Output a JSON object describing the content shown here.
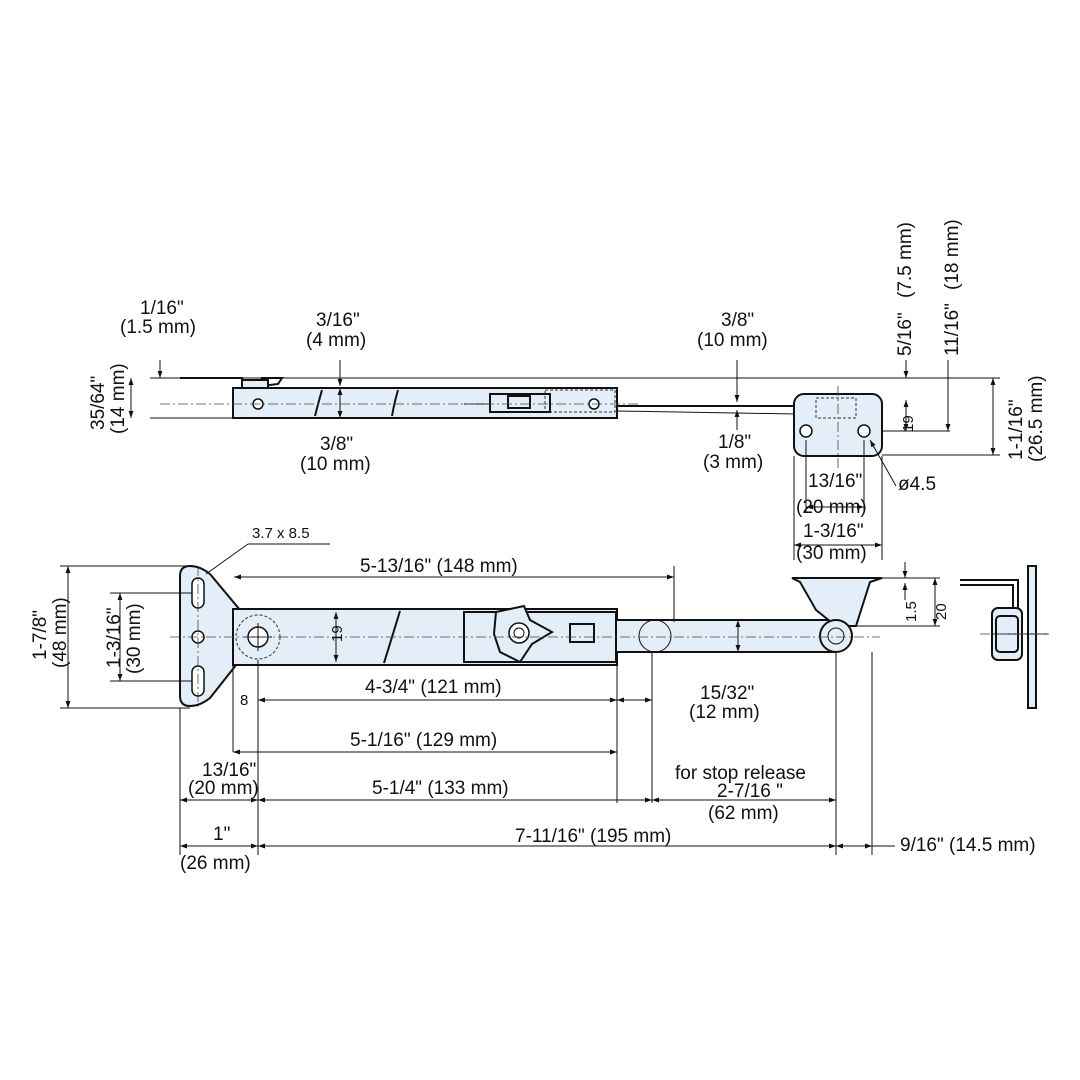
{
  "top_view": {
    "dims": {
      "edge_thickness_in": "1/16\"",
      "edge_thickness_mm": "(1.5 mm)",
      "base_height_in": "35/64\"",
      "base_height_mm": "(14 mm)",
      "arm_top_in": "3/16\"",
      "arm_top_mm": "(4 mm)",
      "arm_height_in": "3/8\"",
      "arm_height_mm": "(10 mm)",
      "rod_offset_in": "3/8\"",
      "rod_offset_mm": "(10 mm)",
      "rod_dia_in": "1/8\"",
      "rod_dia_mm": "(3 mm)",
      "bracket_hole_in": "5/16\"",
      "bracket_hole_mm": "(7.5 mm)",
      "bracket_pivot_in": "11/16\"",
      "bracket_pivot_mm": "(18 mm)",
      "bracket_height_in": "1-1/16\"",
      "bracket_height_mm": "(26.5 mm)",
      "bracket_spacing": "19",
      "hole_spacing_in": "13/16\"",
      "hole_spacing_mm": "(20 mm)",
      "bracket_width_in": "1-3/16\"",
      "bracket_width_mm": "(30 mm)",
      "hole_dia": "ø4.5"
    }
  },
  "front_view": {
    "dims": {
      "slot": "3.7 x 8.5",
      "span_148": "5-13/16\" (148 mm)",
      "base_height_in": "1-7/8\"",
      "base_height_mm": "(48 mm)",
      "hole_spacing_in": "1-3/16\"",
      "hole_spacing_mm": "(30 mm)",
      "arm_width": "19",
      "offset_8": "8",
      "span_121": "4-3/4\" (121 mm)",
      "stop_offset_in": "15/32\"",
      "stop_offset_mm": "(12 mm)",
      "span_129": "5-1/16\" (129 mm)",
      "foot_in": "13/16\"",
      "foot_mm": "(20 mm)",
      "span_133": "5-1/4\" (133 mm)",
      "stop_release_note": "for stop release",
      "stop_release_in": "2-7/16 \"",
      "stop_release_mm": "(62 mm)",
      "base_width_in": "1\"",
      "base_width_mm": "(26 mm)",
      "overall": "7-11/16\" (195 mm)",
      "tip": "9/16\" (14.5 mm)",
      "bracket_top": "1.5",
      "bracket_total": "20"
    }
  },
  "colors": {
    "part_fill": "#e3eef8",
    "line": "#111111"
  }
}
